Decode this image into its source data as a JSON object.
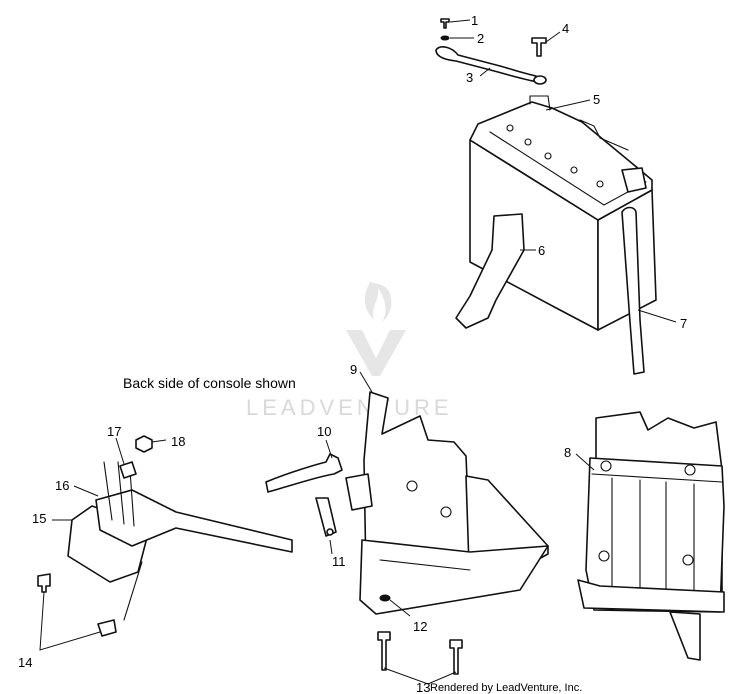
{
  "note": "Back side of console shown",
  "credit": "Rendered by LeadVenture, Inc.",
  "watermark": "LEADVENTURE",
  "callouts": [
    "1",
    "2",
    "3",
    "4",
    "5",
    "6",
    "7",
    "8",
    "9",
    "10",
    "11",
    "12",
    "13",
    "14",
    "15",
    "16",
    "17",
    "18"
  ]
}
